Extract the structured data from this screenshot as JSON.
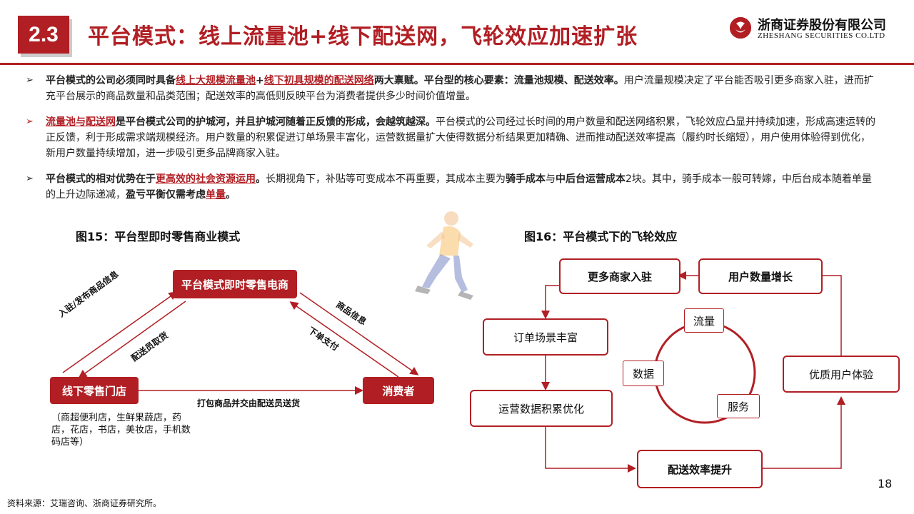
{
  "header": {
    "section": "2.3",
    "title": "平台模式：线上流量池+线下配送网，飞轮效应加速扩张",
    "logo_cn": "浙商证券股份有限公司",
    "logo_en": "ZHESHANG SECURITIES CO.LTD"
  },
  "bullets": [
    {
      "p1": "平台模式的公司必须同时具备",
      "p2": "线上大规模流量池",
      "p3": "+",
      "p4": "线下初具规模的配送网络",
      "p5": "两大禀赋。平台型的核心要素：流量池规模、配送效率。",
      "p6": "用户流量规模决定了平台能否吸引更多商家入驻，进而扩充平台展示的商品数量和品类范围；配送效率的高低则反映平台为消费者提供多少时间价值增量。"
    },
    {
      "p1": "流量池与配送网",
      "p2": "是平台模式公司的护城河，并且护城河随着正反馈的形成，会越筑越深。",
      "p3": "平台模式的公司经过长时间的用户数量和配送网络积累，飞轮效应凸显并持续加速，形成高速运转的正反馈，利于形成需求端规模经济。用户数量的积累促进订单场景丰富化，运营数据量扩大使得数据分析结果更加精确、进而推动配送效率提高（履约时长缩短），用户使用体验得到优化，新用户数量持续增加，进一步吸引更多品牌商家入驻。"
    },
    {
      "p1": "平台模式的相对优势在于",
      "p2": "更高效的社会资源运用",
      "p3": "。",
      "p4": "长期视角下，补贴等可变成本不再重要，其成本主要为",
      "p5": "骑手成本",
      "p6": "与",
      "p7": "中后台运营成本",
      "p8": "2块。其中，骑手成本一般可转嫁，中后台成本随着单量的上升边际递减，",
      "p9": "盈亏平衡仅需考虑",
      "p10": "单量",
      "p11": "。"
    }
  ],
  "fig15": {
    "title": "图15：平台型即时零售商业模式",
    "top_node": "平台模式即时零售电商",
    "left_node": "线下零售门店",
    "right_node": "消费者",
    "edge_left_outer": "入驻/发布商品信息",
    "edge_left_inner": "配送员取货",
    "edge_right_outer": "商品信息",
    "edge_right_inner": "下单支付",
    "edge_bottom": "打包商品并交由配送员送货",
    "note": "（商超便利店，生鲜果蔬店，药店，花店，书店，美妆店，手机数码店等）"
  },
  "fig16": {
    "title": "图16：平台模式下的飞轮效应",
    "nodes": [
      "更多商家入驻",
      "用户数量增长",
      "订单场景丰富",
      "运营数据积累优化",
      "优质用户体验",
      "配送效率提升"
    ],
    "center": [
      "流量",
      "数据",
      "服务"
    ]
  },
  "footer": {
    "source": "资料来源：艾瑞咨询、浙商证券研究所。",
    "page": "18"
  },
  "colors": {
    "accent": "#b11f24"
  }
}
